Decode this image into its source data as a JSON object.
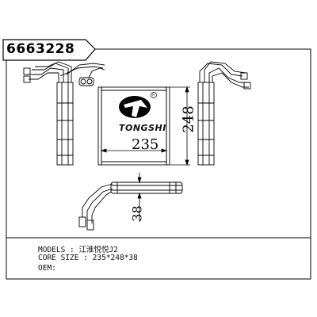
{
  "part_number": "6663228",
  "brand": "TONGSHI",
  "dimensions": {
    "width": "235",
    "height": "248",
    "depth": "38"
  },
  "specs": {
    "models_label": "MODELS",
    "models_value": "江淮悦悦J2",
    "core_size_label": "CORE SIZE",
    "core_size_value": "235*248*38",
    "oem_label": "OEM",
    "oem_value": ""
  },
  "colors": {
    "line": "#000000",
    "background": "#ffffff"
  }
}
